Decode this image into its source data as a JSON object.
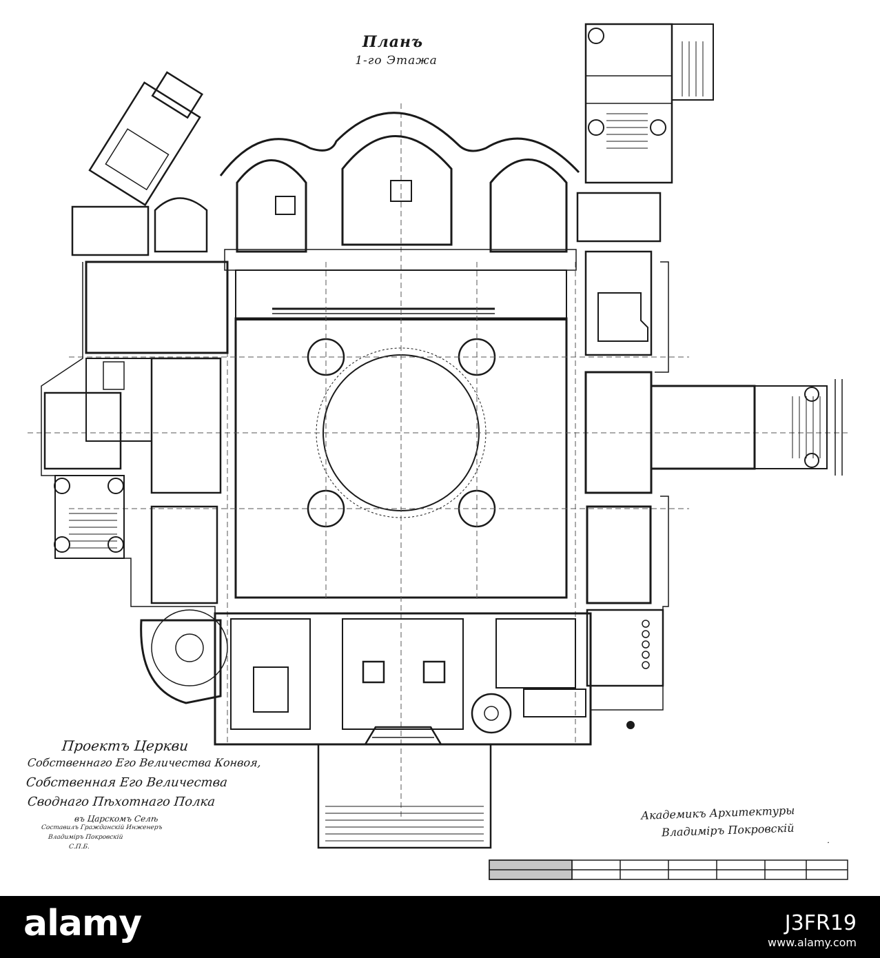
{
  "drawing": {
    "title_line_1": "Планъ",
    "title_line_2": "1-го Этажа",
    "caption": {
      "line_1": "Проектъ Церкви",
      "line_2": "Собственнаго Его Величества Конвоя,",
      "line_3": "Собственная Его Величества",
      "line_4": "Своднаго Пѣхотнаго Полка",
      "line_5": "въ Царскомъ Селѣ",
      "line_6": "Составилъ Гражданскій Инженеръ",
      "line_7": "Владиміръ Покровскій",
      "line_8": "С.П.Б."
    },
    "signature": {
      "line_1": "Академикъ Архитектуры",
      "line_2": "Владиміръ Покровскій",
      "line_3": "."
    }
  },
  "watermark": {
    "logo": "alamy",
    "image_id": "J3FR19",
    "url": "www.alamy.com"
  },
  "colors": {
    "ink": "#1a1a1a",
    "paper": "#ffffff",
    "band": "#000000"
  }
}
